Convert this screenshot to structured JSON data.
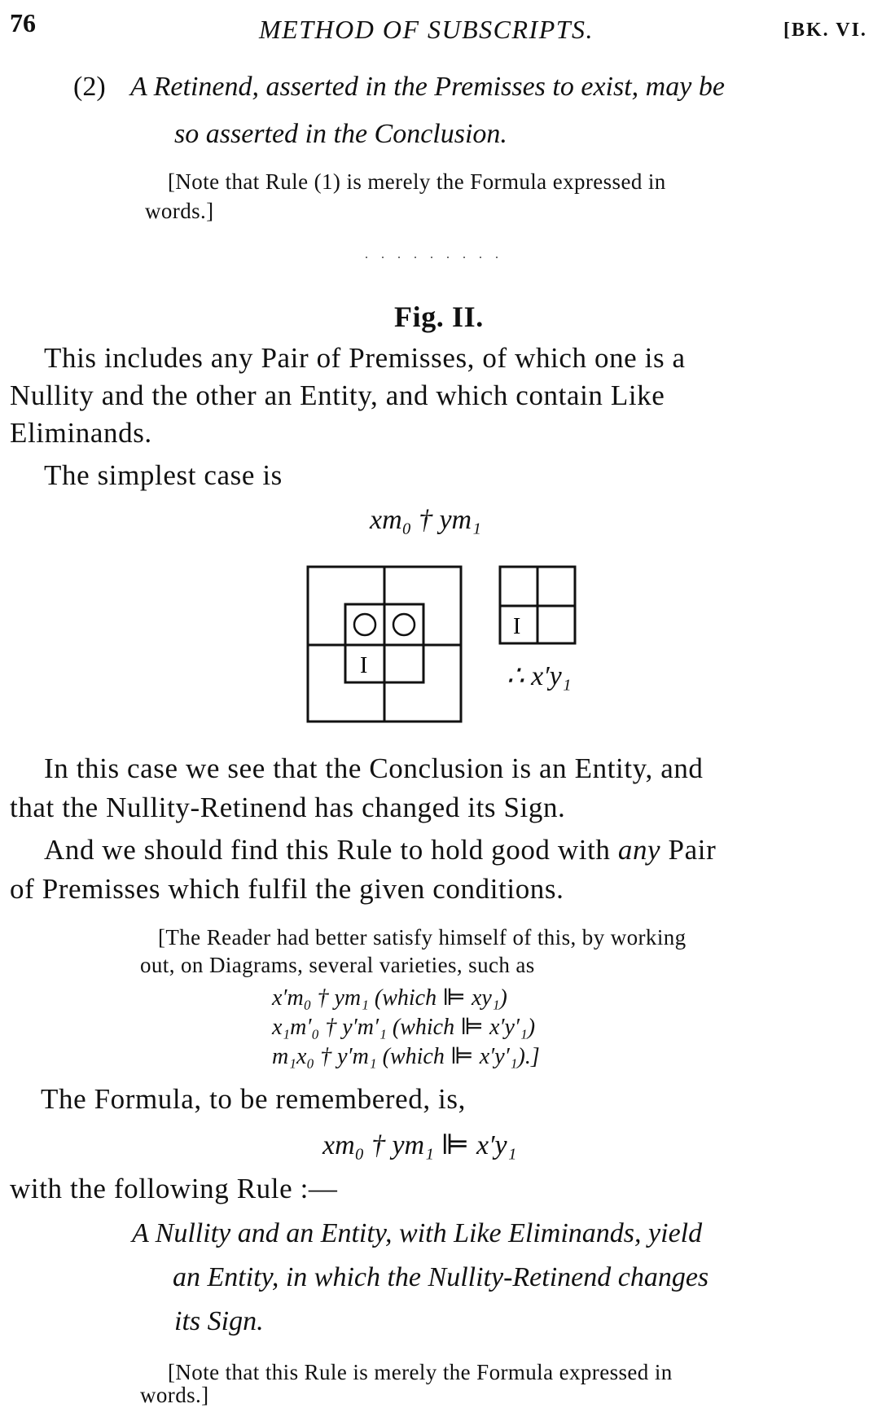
{
  "header": {
    "page_number": "76",
    "running_head": "METHOD OF SUBSCRIPTS.",
    "book_ref": "[BK. VI."
  },
  "rule_2": {
    "number": "(2)",
    "line1": "A Retinend, asserted in the Premisses to exist, may be",
    "line2": "so asserted in the Conclusion."
  },
  "note_1": {
    "line1": "[Note that Rule (1) is merely the Formula expressed in",
    "line2": "words.]"
  },
  "separator": ". . . . . . . . .",
  "figure": {
    "title": "Fig. II.",
    "para1_line1": "This includes any Pair of Premisses, of which one is a",
    "para1_line2": "Nullity and the other an Entity, and which contain Like",
    "para1_line3": "Eliminands.",
    "simplest": "The simplest case is",
    "premiss_formula": "xm₀ † ym₁",
    "small_cell_label": "I",
    "big_cell_label": "I",
    "conclusion": "∴ x′y₁"
  },
  "para2": {
    "line1": "In this case we see that the Conclusion is an Entity, and",
    "line2": "that the Nullity-Retinend has changed its Sign."
  },
  "para3": {
    "line1_a": "And we should find this Rule to hold good with ",
    "line1_b": "any",
    "line1_c": " Pair",
    "line2": "of Premisses which fulfil the given conditions."
  },
  "note_2": {
    "line1": "[The Reader had better satisfy himself of this, by working",
    "line2": "out, on Diagrams, several varieties, such as",
    "ex1": "x′m₀ † ym₁ (which ⊫ xy₁)",
    "ex2": "x₁m′₀ † y′m′₁ (which ⊫ x′y′₁)",
    "ex3": "m₁x₀ † y′m₁ (which ⊫ x′y′₁).]"
  },
  "formula_block": {
    "intro": "The Formula, to be remembered, is,",
    "formula": "xm₀ † ym₁ ⊫ x′y₁",
    "rule_intro": "with the following Rule :—"
  },
  "rule_block": {
    "line1": "A Nullity and an Entity, with Like Eliminands, yield",
    "line2": "an Entity, in which the Nullity-Retinend changes",
    "line3": "its Sign."
  },
  "note_3": {
    "line1": "[Note that this Rule is merely the Formula expressed in",
    "line2": "words.]"
  }
}
